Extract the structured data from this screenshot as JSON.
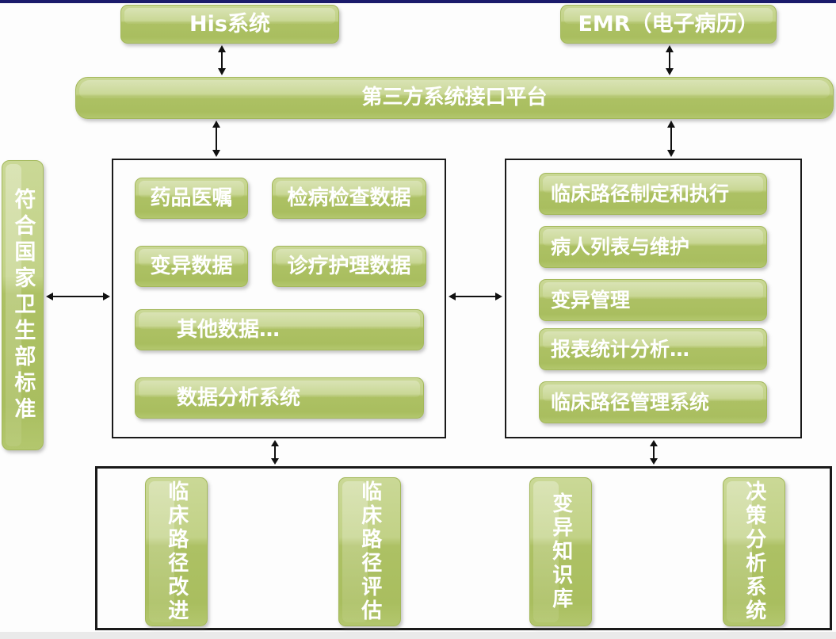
{
  "top_nodes": {
    "his": "His系统",
    "emr": "EMR（电子病历）"
  },
  "platform_bar": {
    "label": "第三方系统接口平台"
  },
  "standards_bar": {
    "label": "符合国家卫生部标准"
  },
  "data_box": {
    "buttons": [
      "药品医嘱",
      "检病检查数据",
      "变异数据",
      "诊疗护理数据",
      "其他数据…",
      "数据分析系统"
    ]
  },
  "pathway_box": {
    "buttons": [
      "临床路径制定和执行",
      "病人列表与维护",
      "变异管理",
      "报表统计分析…",
      "临床路径管理系统"
    ]
  },
  "bottom_box": {
    "buttons": [
      "临床路径改进",
      "临床路径评估",
      "变异知识库",
      "决策分析系统"
    ]
  },
  "colors": {
    "button_green": "#b2c468",
    "button_green_light": "#cad896",
    "top_strip_navy": "#1b1b6b",
    "frame_border": "#1a1a1a",
    "background": "#fdfdfd",
    "text": "#ffffff",
    "arrow": "#111111"
  }
}
